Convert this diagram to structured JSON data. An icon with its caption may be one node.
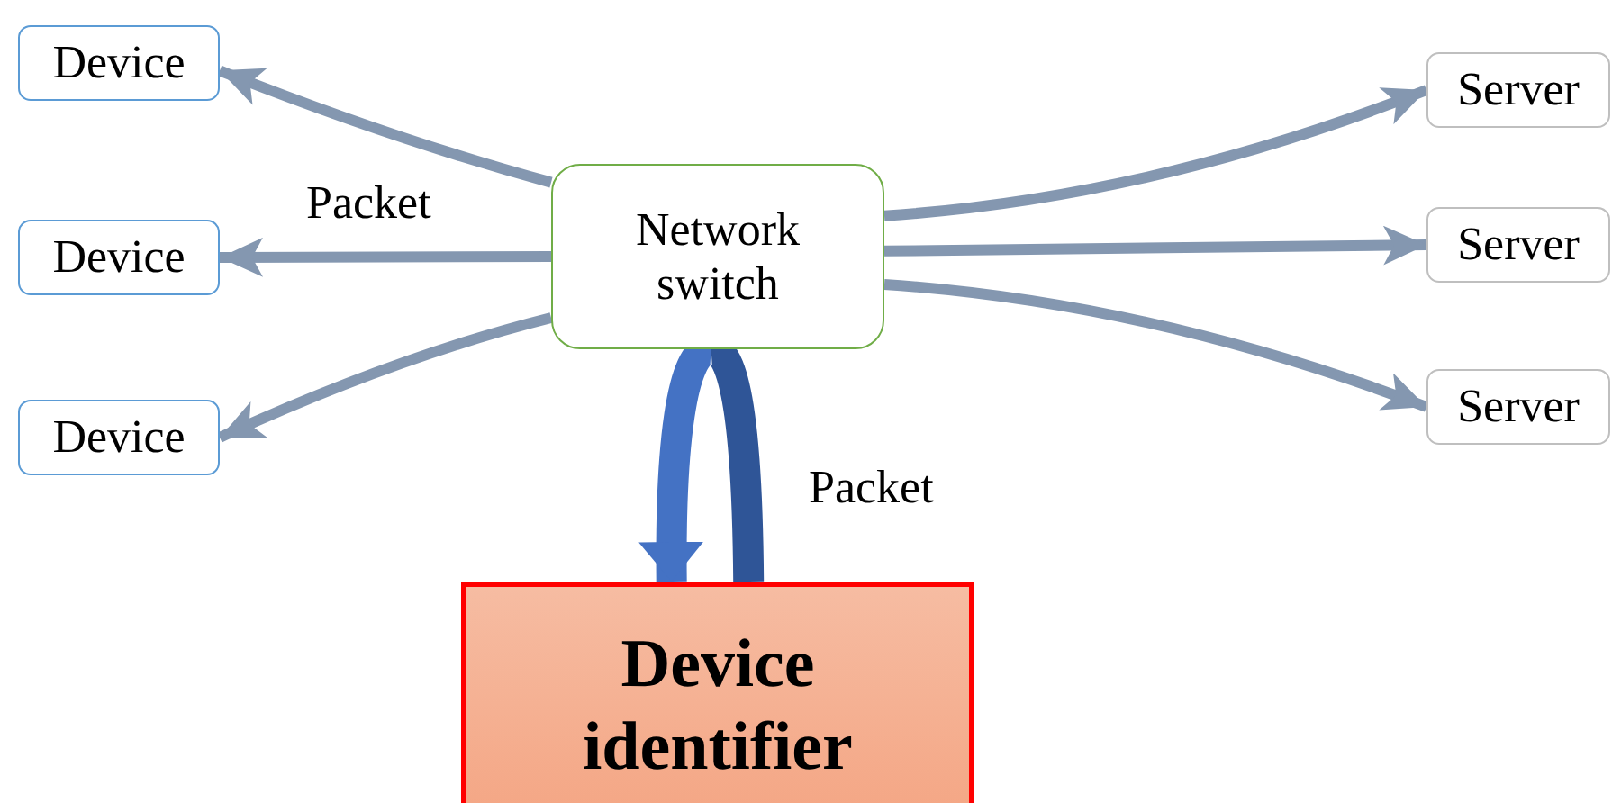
{
  "diagram": {
    "nodes": [
      {
        "text": [
          "Device"
        ]
      },
      {
        "text": [
          "Device"
        ]
      },
      {
        "text": [
          "Device"
        ]
      },
      {
        "text": [
          "Network switch"
        ]
      },
      {
        "text": [
          "Server"
        ]
      },
      {
        "text": [
          "Server"
        ]
      },
      {
        "text": [
          "Server"
        ]
      },
      {
        "text": [
          "Device identifier"
        ]
      }
    ],
    "edges": [
      {
        "from": 3,
        "to": 0,
        "arrow": "to"
      },
      {
        "from": 3,
        "to": 1,
        "arrow": "to",
        "label": "Packet"
      },
      {
        "from": 3,
        "to": 2,
        "arrow": "to"
      },
      {
        "from": 3,
        "to": 4,
        "arrow": "to"
      },
      {
        "from": 3,
        "to": 5,
        "arrow": "to"
      },
      {
        "from": 3,
        "to": 6,
        "arrow": "to"
      },
      {
        "from": 7,
        "to": 3,
        "arrow": "none",
        "style": "thick",
        "color": "#2f5597",
        "label": "Packet"
      },
      {
        "from": 3,
        "to": 7,
        "arrow": "to",
        "style": "thick",
        "color": "#4472c4"
      }
    ]
  }
}
